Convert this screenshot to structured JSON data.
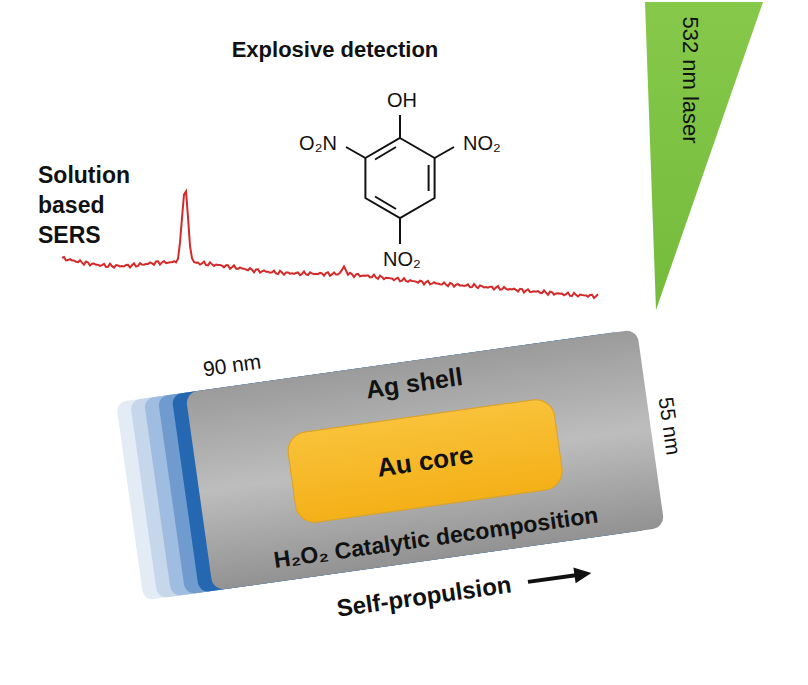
{
  "diagram": {
    "nodes": [
      {
        "text": [
          "Ag shell",
          "H₂O₂ Catalytic decomposition"
        ]
      },
      {
        "text": [
          "Au core"
        ],
        "in": 0
      },
      {
        "text": [
          "532 nm laser"
        ]
      }
    ],
    "labels": [
      "Solution based SERS",
      "Explosive detection",
      "OH",
      "O₂N",
      "NO₂",
      "NO₂",
      "90 nm",
      "55 nm",
      "Self-propulsion"
    ]
  }
}
